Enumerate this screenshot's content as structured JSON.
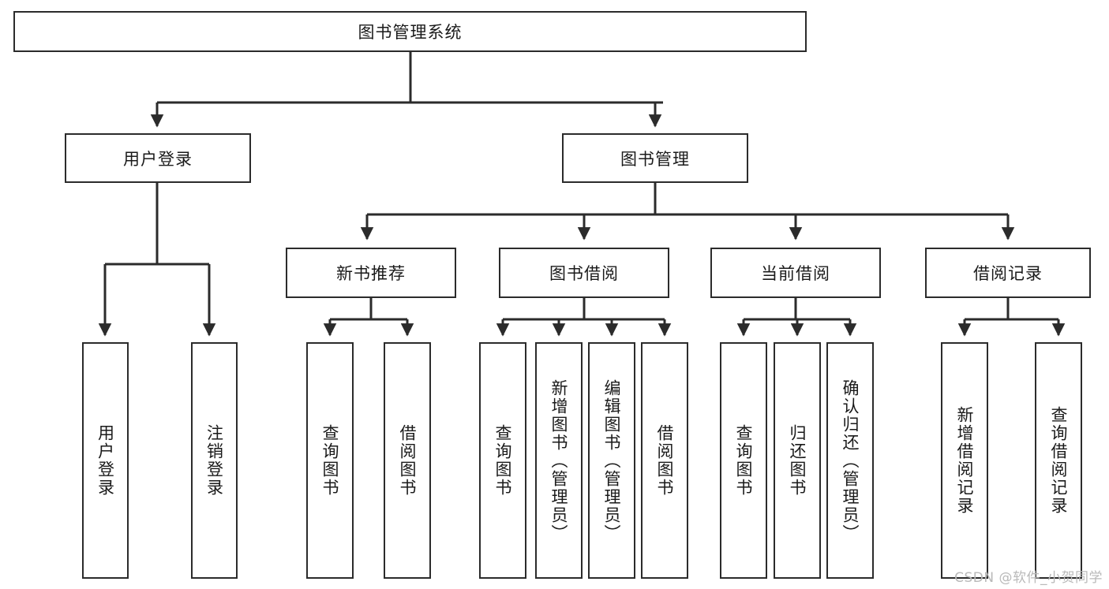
{
  "diagram": {
    "title": "图书管理系统",
    "type": "hierarchy-tree",
    "root": {
      "label": "图书管理系统"
    },
    "level2": [
      {
        "label": "用户登录"
      },
      {
        "label": "图书管理"
      }
    ],
    "level3": [
      {
        "label": "新书推荐"
      },
      {
        "label": "图书借阅"
      },
      {
        "label": "当前借阅"
      },
      {
        "label": "借阅记录"
      }
    ],
    "leaves": {
      "user_login": [
        {
          "label": "用户登录"
        },
        {
          "label": "注销登录"
        }
      ],
      "new_book_recommend": [
        {
          "label": "查询图书"
        },
        {
          "label": "借阅图书"
        }
      ],
      "book_borrow": [
        {
          "label": "查询图书"
        },
        {
          "label": "新增图书（管理员）"
        },
        {
          "label": "编辑图书（管理员）"
        },
        {
          "label": "借阅图书"
        }
      ],
      "current_borrow": [
        {
          "label": "查询图书"
        },
        {
          "label": "归还图书"
        },
        {
          "label": "确认归还（管理员）"
        }
      ],
      "borrow_record": [
        {
          "label": "新增借阅记录"
        },
        {
          "label": "查询借阅记录"
        }
      ]
    },
    "watermark": "CSDN @软件_小贺同学",
    "colors": {
      "stroke": "#2b2b2b",
      "background": "#ffffff",
      "text": "#1a1a1a",
      "watermark": "#b9b9b9"
    }
  }
}
